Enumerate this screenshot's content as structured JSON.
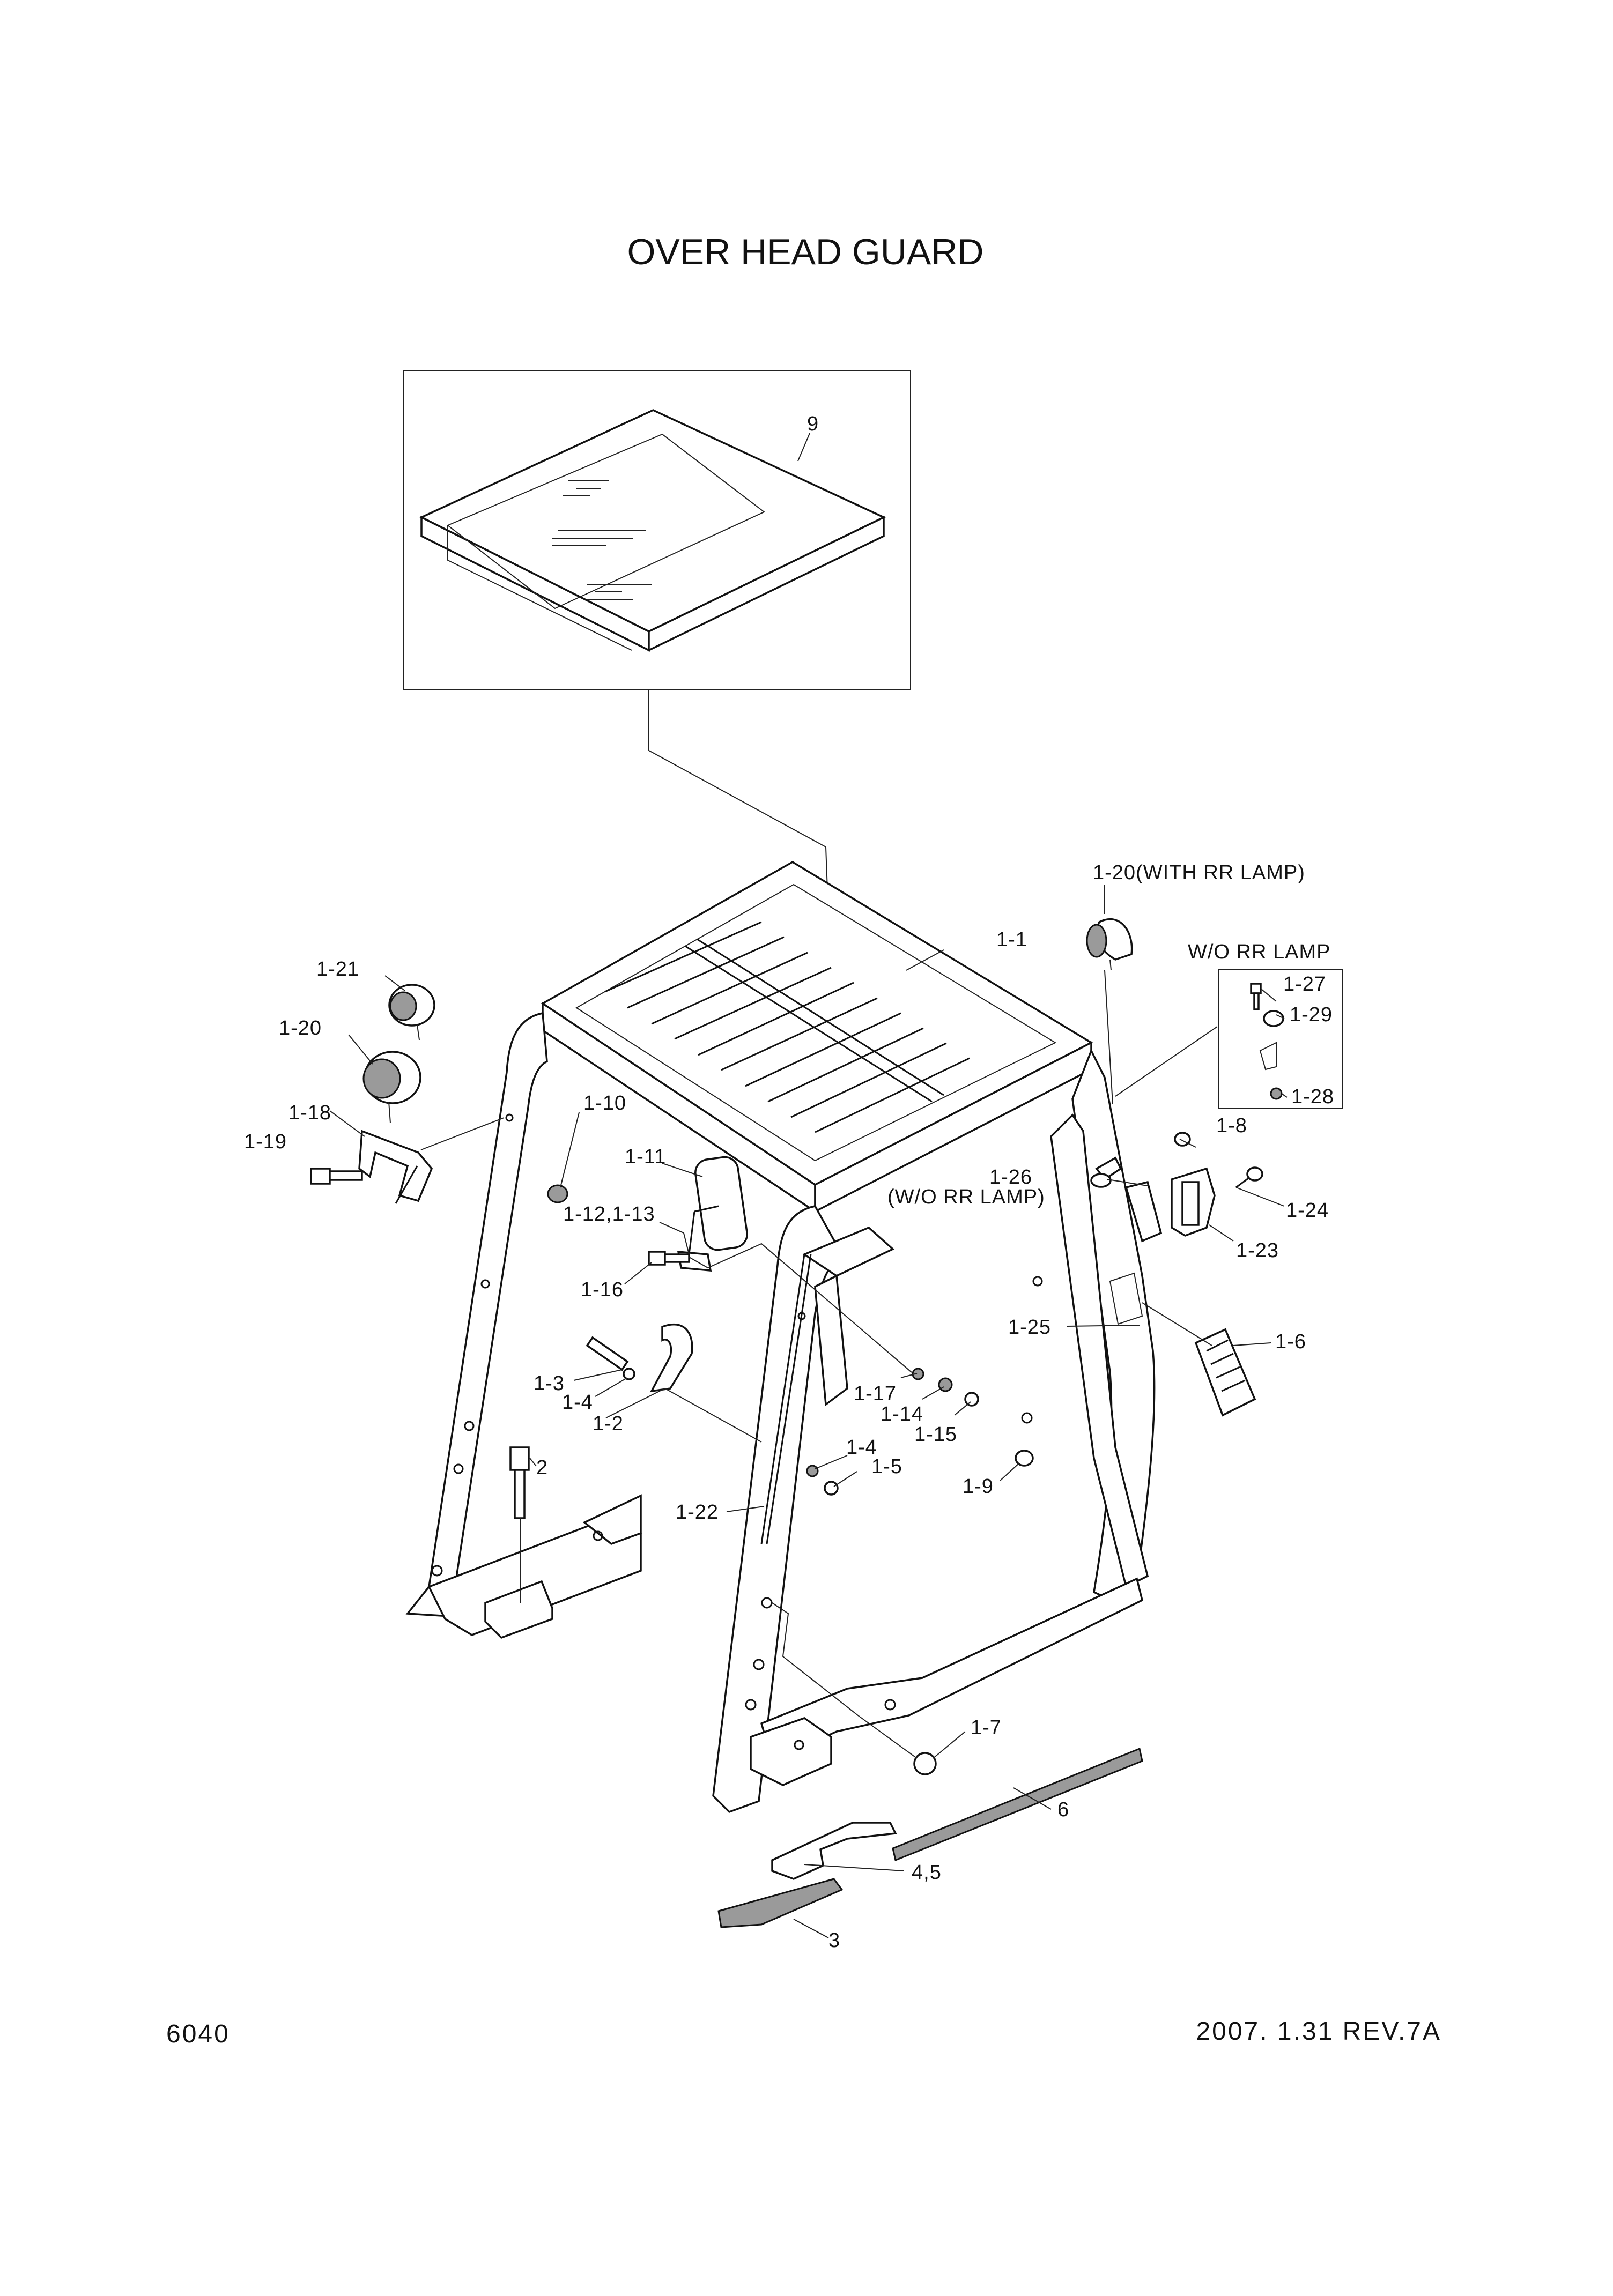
{
  "title": "OVER HEAD GUARD",
  "footer": {
    "page_number": "6040",
    "revision": "2007. 1.31 REV.7A"
  },
  "callouts": [
    {
      "key": "p9",
      "text": "9"
    },
    {
      "key": "p1_20_with_rr",
      "text": "1-20(WITH RR LAMP)"
    },
    {
      "key": "p1_1",
      "text": "1-1"
    },
    {
      "key": "p_wo_rr_box",
      "text": "W/O RR LAMP"
    },
    {
      "key": "p1_27",
      "text": "1-27"
    },
    {
      "key": "p1_29",
      "text": "1-29"
    },
    {
      "key": "p1_28",
      "text": "1-28"
    },
    {
      "key": "p1_21",
      "text": "1-21"
    },
    {
      "key": "p1_20",
      "text": "1-20"
    },
    {
      "key": "p1_18",
      "text": "1-18"
    },
    {
      "key": "p1_19",
      "text": "1-19"
    },
    {
      "key": "p1_10",
      "text": "1-10"
    },
    {
      "key": "p1_11",
      "text": "1-11"
    },
    {
      "key": "p1_12_13",
      "text": "1-12,1-13"
    },
    {
      "key": "p1_16",
      "text": "1-16"
    },
    {
      "key": "p1_8",
      "text": "1-8"
    },
    {
      "key": "p1_26",
      "text": "1-26"
    },
    {
      "key": "p_wo_rr_paren",
      "text": "(W/O RR LAMP)"
    },
    {
      "key": "p1_24",
      "text": "1-24"
    },
    {
      "key": "p1_23",
      "text": "1-23"
    },
    {
      "key": "p1_25",
      "text": "1-25"
    },
    {
      "key": "p1_6",
      "text": "1-6"
    },
    {
      "key": "p1_3",
      "text": "1-3"
    },
    {
      "key": "p1_4a",
      "text": "1-4"
    },
    {
      "key": "p1_2",
      "text": "1-2"
    },
    {
      "key": "p1_17",
      "text": "1-17"
    },
    {
      "key": "p1_14",
      "text": "1-14"
    },
    {
      "key": "p1_15",
      "text": "1-15"
    },
    {
      "key": "p2",
      "text": "2"
    },
    {
      "key": "p1_4b",
      "text": "1-4"
    },
    {
      "key": "p1_5",
      "text": "1-5"
    },
    {
      "key": "p1_9",
      "text": "1-9"
    },
    {
      "key": "p1_22",
      "text": "1-22"
    },
    {
      "key": "p1_7",
      "text": "1-7"
    },
    {
      "key": "p6",
      "text": "6"
    },
    {
      "key": "p4_5",
      "text": "4,5"
    },
    {
      "key": "p3",
      "text": "3"
    }
  ]
}
